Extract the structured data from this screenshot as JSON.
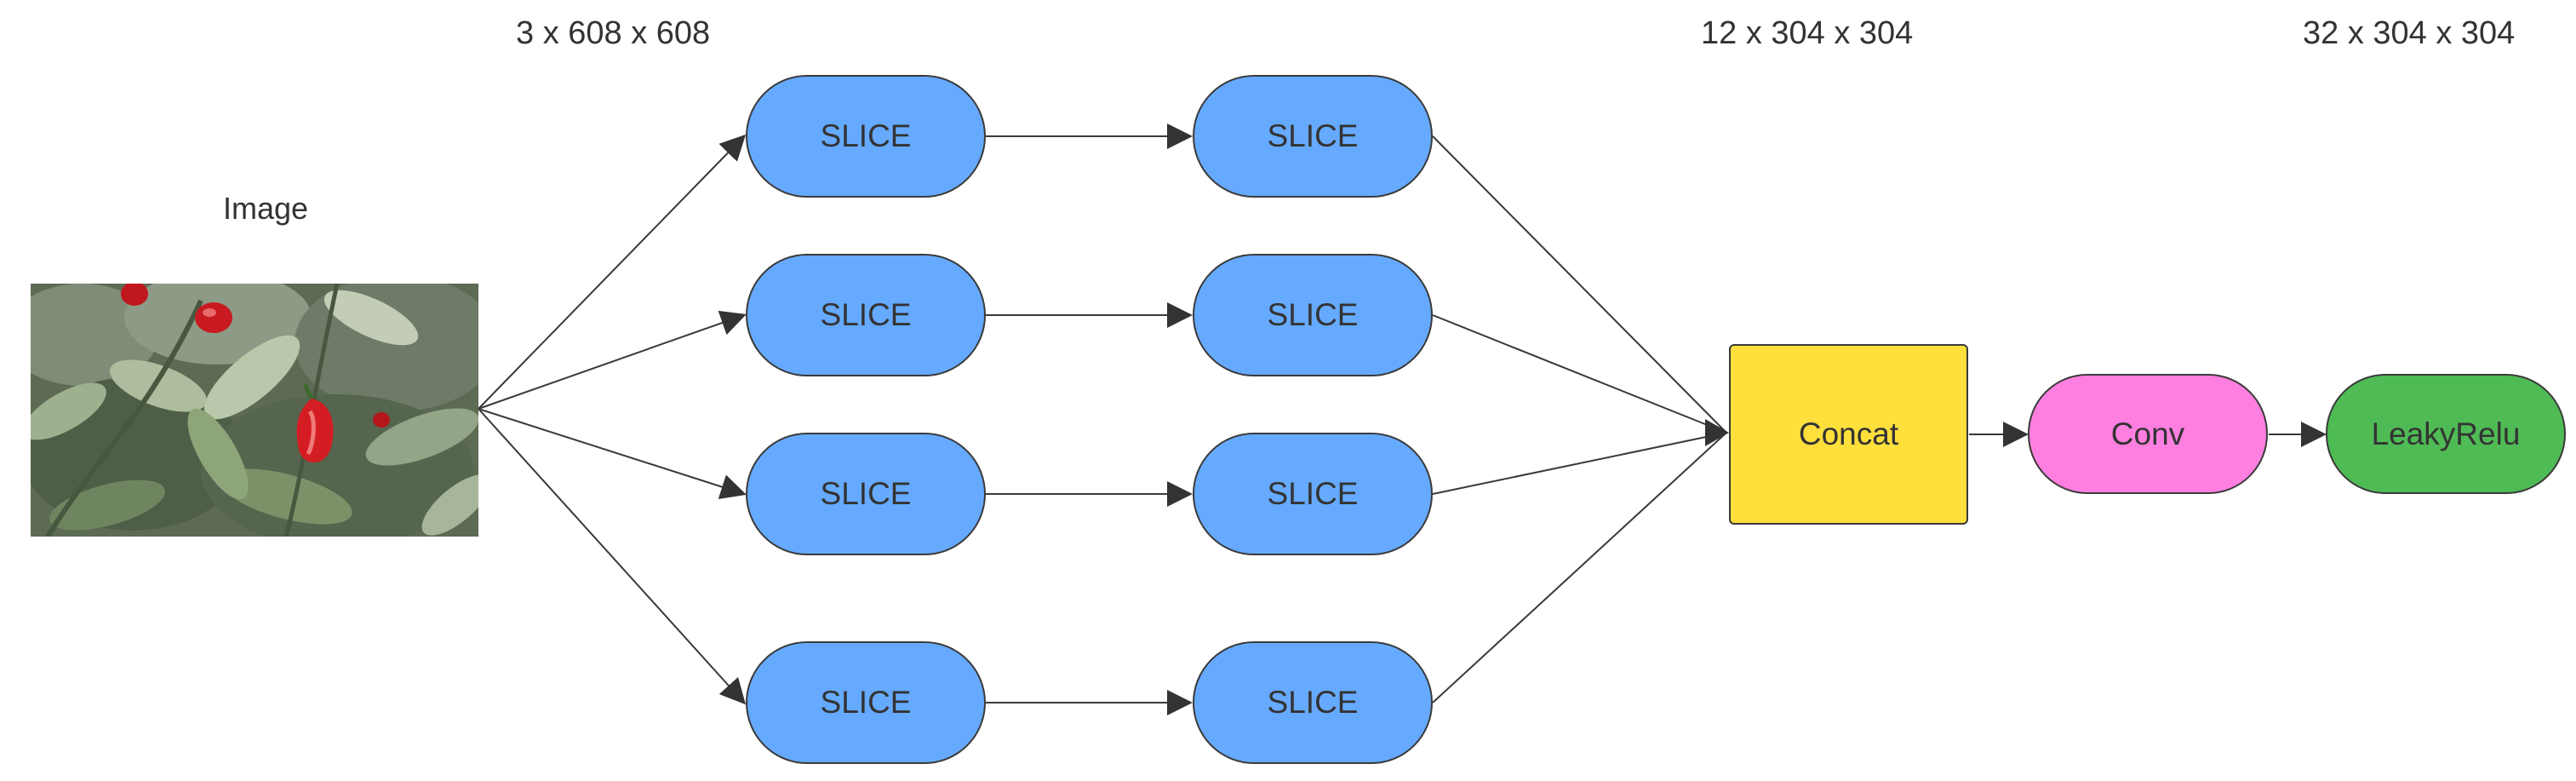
{
  "labels": {
    "input_dims": "3 x 608 x 608",
    "concat_dims": "12 x 304 x 304",
    "output_dims": "32 x 304 x 304",
    "image_caption": "Image"
  },
  "nodes": {
    "slice_label": "SLICE",
    "concat": "Concat",
    "conv": "Conv",
    "leaky_relu": "LeakyRelu"
  },
  "colors": {
    "slice_fill": "#66aaff",
    "concat_fill": "#ffdf3b",
    "conv_fill": "#ff7fe0",
    "leaky_fill": "#4fbb55",
    "stroke": "#3a3a3a"
  },
  "image": {
    "depicts": "bell pepper plant with red peppers"
  }
}
